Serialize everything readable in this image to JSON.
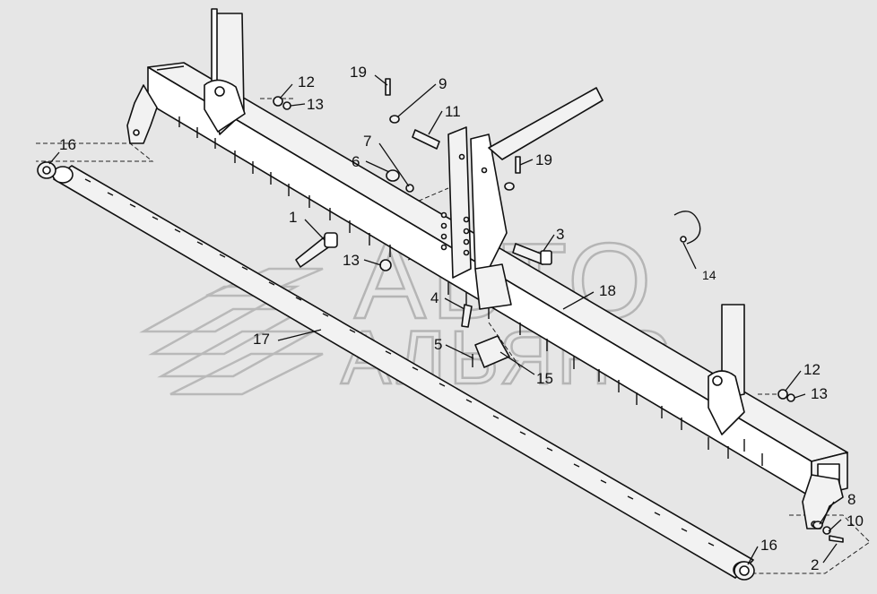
{
  "watermark": {
    "line1": "АВТО",
    "line2": "АЛЬЯНС"
  },
  "callouts": [
    {
      "id": "c1",
      "label": "1"
    },
    {
      "id": "c2",
      "label": "2"
    },
    {
      "id": "c3",
      "label": "3"
    },
    {
      "id": "c4",
      "label": "4"
    },
    {
      "id": "c5",
      "label": "5"
    },
    {
      "id": "c6",
      "label": "6"
    },
    {
      "id": "c7",
      "label": "7"
    },
    {
      "id": "c8",
      "label": "8"
    },
    {
      "id": "c9",
      "label": "9"
    },
    {
      "id": "c10",
      "label": "10"
    },
    {
      "id": "c11",
      "label": "11"
    },
    {
      "id": "c12a",
      "label": "12"
    },
    {
      "id": "c12b",
      "label": "12"
    },
    {
      "id": "c13a",
      "label": "13"
    },
    {
      "id": "c13b",
      "label": "13"
    },
    {
      "id": "c13c",
      "label": "13"
    },
    {
      "id": "c14",
      "label": "14"
    },
    {
      "id": "c15",
      "label": "15"
    },
    {
      "id": "c16a",
      "label": "16"
    },
    {
      "id": "c16b",
      "label": "16"
    },
    {
      "id": "c17",
      "label": "17"
    },
    {
      "id": "c18",
      "label": "18"
    },
    {
      "id": "c19a",
      "label": "19"
    },
    {
      "id": "c19b",
      "label": "19"
    }
  ],
  "colors": {
    "background": "#e6e6e6",
    "line": "#111111",
    "watermark": "#b5b5b5"
  }
}
